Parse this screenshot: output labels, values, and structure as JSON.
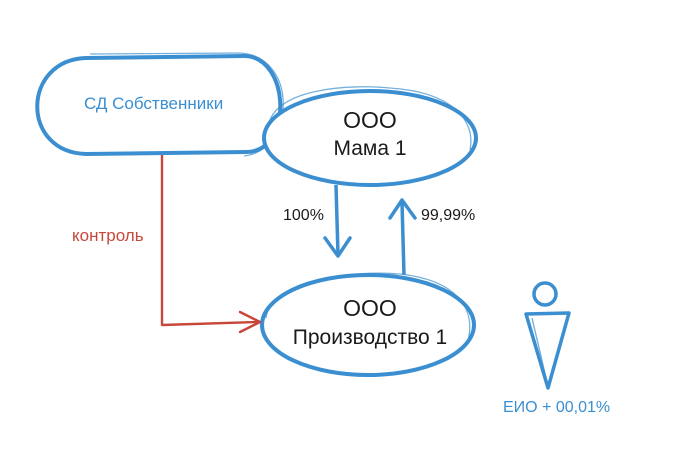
{
  "nodes": {
    "owners_board": {
      "label": "СД Собственники"
    },
    "mama": {
      "line1": "ООО",
      "line2": "Мама 1"
    },
    "production": {
      "line1": "ООО",
      "line2": "Производство 1"
    }
  },
  "edges": {
    "control": {
      "label": "контроль"
    },
    "mama_to_production": {
      "label": "100%"
    },
    "production_to_mama": {
      "label": "99,99%"
    }
  },
  "person": {
    "label": "ЕИО + 00,01%"
  },
  "colors": {
    "node_stroke": "#3b8fd0",
    "control_arrow": "#c8473a",
    "text": "#1a1a1a"
  }
}
